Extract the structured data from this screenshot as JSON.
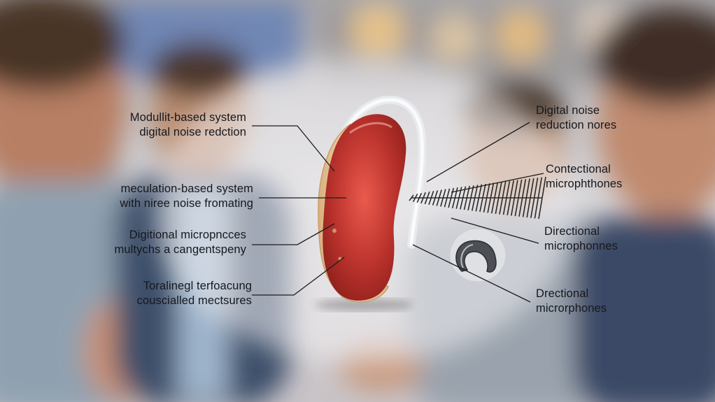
{
  "labels_left": [
    {
      "line1": "Modullit-based system",
      "line2": "digital noise redction"
    },
    {
      "line1": "meculation-based system",
      "line2": "with nireе noise fromating"
    },
    {
      "line1": "Digitional micropncces",
      "line2": "multychs a cangentspeny"
    },
    {
      "line1": "Toralinegl terfoacung",
      "line2": "couscialled mectsures"
    }
  ],
  "labels_right": [
    {
      "line1": "Digital noise",
      "line2": "reduction nores"
    },
    {
      "line1": "Contectional",
      "line2": "microphthones"
    },
    {
      "line1": "Directional",
      "line2": "microphonnes"
    },
    {
      "line1": "Drectional",
      "line2": "microrphones"
    }
  ],
  "colors": {
    "device_body": "#b3302a",
    "device_shell": "#e7c79c",
    "tube": "#eef0f3",
    "leader_line": "#1c1c1c",
    "label_text": "#16181d"
  },
  "icons": {
    "device": "hearing-aid-icon",
    "waves": "sound-wave-icon",
    "dome": "ear-dome-icon"
  }
}
